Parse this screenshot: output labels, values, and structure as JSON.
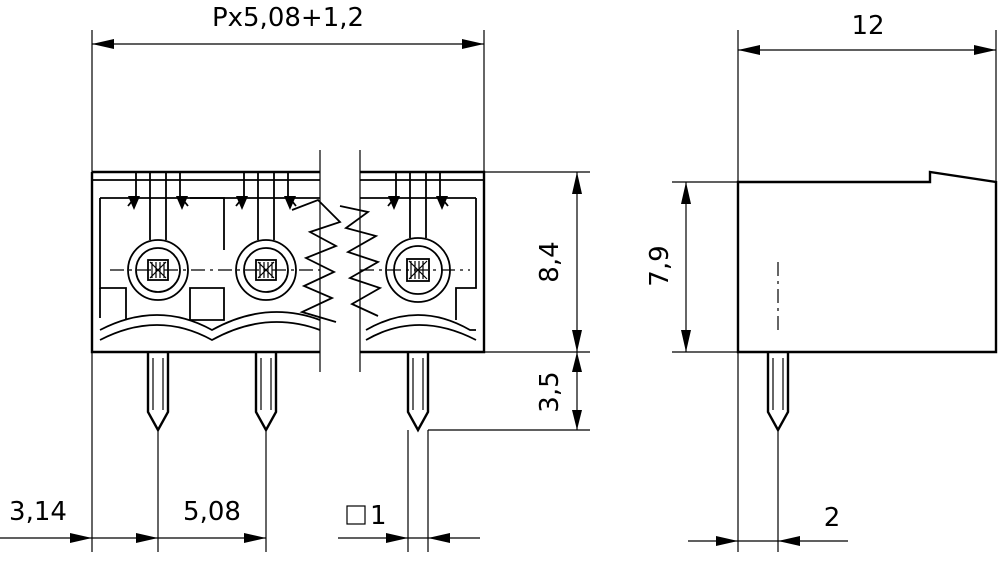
{
  "dimensions": {
    "overall_width": "Px5,08+1,2",
    "body_height": "8,4",
    "pin_length": "3,5",
    "edge_to_pin": "3,14",
    "pitch": "5,08",
    "pin_size": "1",
    "side_depth": "12",
    "side_height": "7,9",
    "side_pin_offset": "2"
  }
}
